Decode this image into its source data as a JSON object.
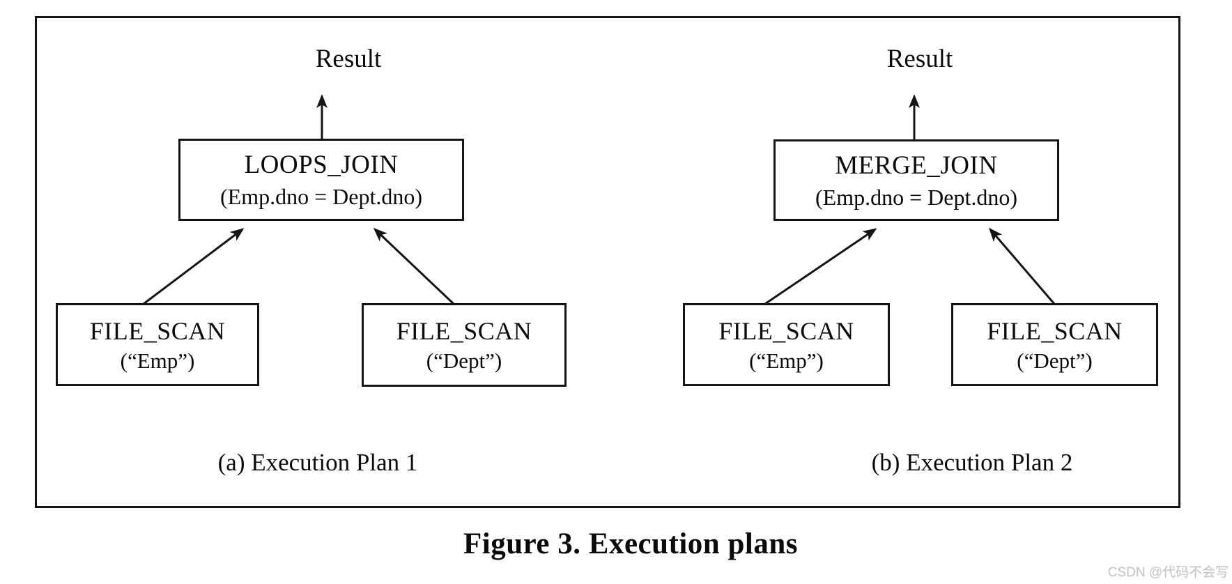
{
  "figure": {
    "caption": "Figure 3. Execution plans",
    "watermark": "CSDN @代码不会写",
    "line_color": "#141414",
    "background_color": "#ffffff",
    "watermark_color": "#c6c6c6"
  },
  "plans": [
    {
      "id": "a",
      "result_label": "Result",
      "join_node": {
        "title": "LOOPS_JOIN",
        "condition": "(Emp.dno = Dept.dno)"
      },
      "scan_nodes": [
        {
          "title": "FILE_SCAN",
          "argument": "(“Emp”)"
        },
        {
          "title": "FILE_SCAN",
          "argument": "(“Dept”)"
        }
      ],
      "caption": "(a) Execution Plan 1"
    },
    {
      "id": "b",
      "result_label": "Result",
      "join_node": {
        "title": "MERGE_JOIN",
        "condition": "(Emp.dno = Dept.dno)"
      },
      "scan_nodes": [
        {
          "title": "FILE_SCAN",
          "argument": "(“Emp”)"
        },
        {
          "title": "FILE_SCAN",
          "argument": "(“Dept”)"
        }
      ],
      "caption": "(b) Execution Plan 2"
    }
  ]
}
